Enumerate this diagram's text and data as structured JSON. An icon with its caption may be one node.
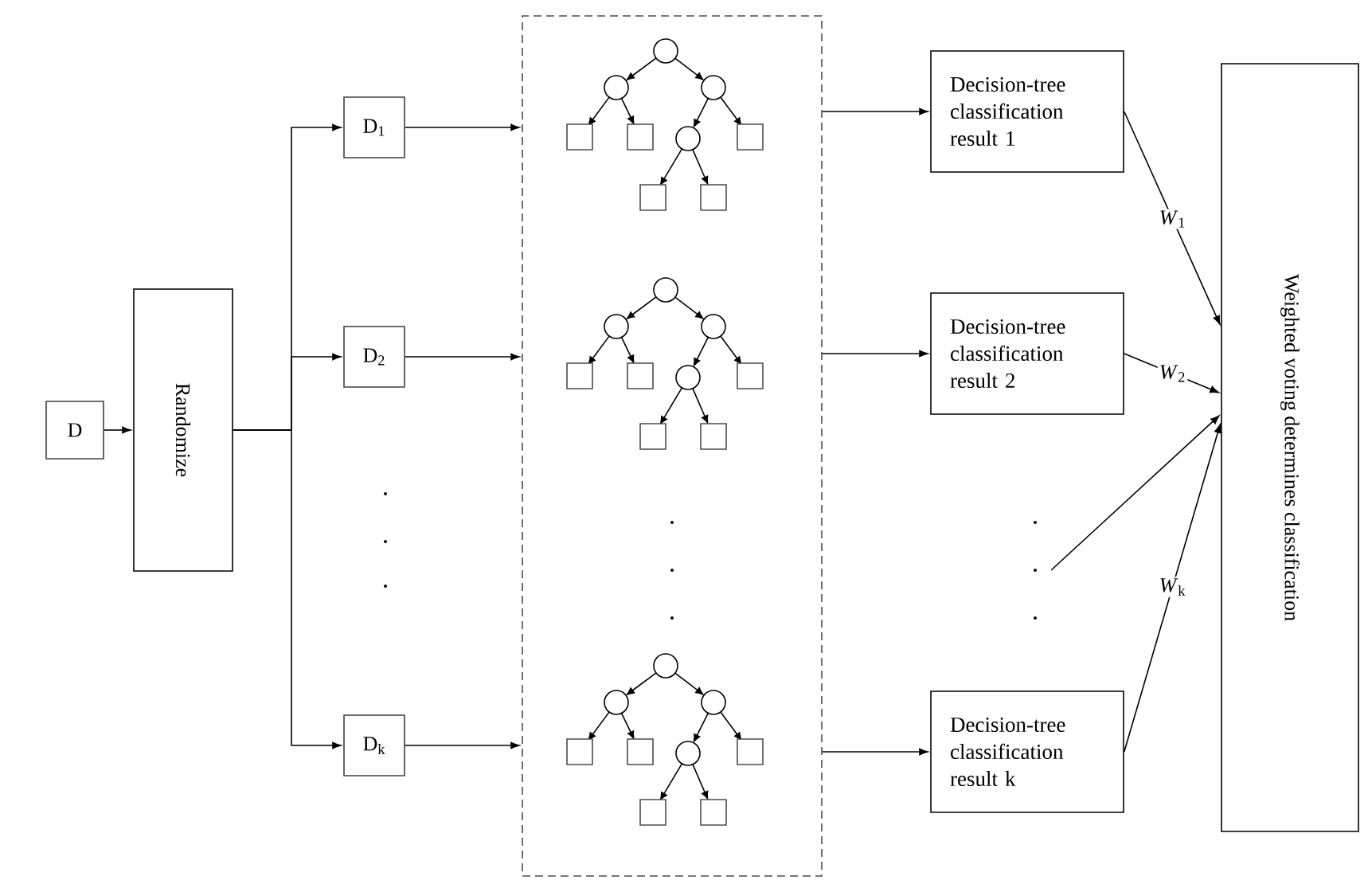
{
  "diagram": {
    "nodes": [
      {
        "text": [
          "D"
        ]
      },
      {
        "text": [
          "Randomize"
        ]
      },
      {
        "text": [
          "D$_{1}$"
        ]
      },
      {
        "text": [
          "D$_{2}$"
        ]
      },
      {
        "text": [
          "D$_{k}$"
        ]
      },
      {
        "text": [],
        "shape": "box"
      },
      {
        "text": [],
        "shape": "picture",
        "in": 5
      },
      {
        "text": [],
        "shape": "picture",
        "in": 5
      },
      {
        "text": [],
        "shape": "picture",
        "in": 5
      },
      {
        "text": [
          "Decision-tree classification result 1"
        ]
      },
      {
        "text": [
          "Decision-tree classification result 2"
        ]
      },
      {
        "text": [
          "Decision-tree classification result k"
        ]
      },
      {
        "text": [
          "Weighted voting determines classification"
        ]
      }
    ],
    "edges": [
      {
        "from": 0,
        "to": 1,
        "arrow": "to"
      },
      {
        "from": 1,
        "to": 2,
        "arrow": "to"
      },
      {
        "from": 1,
        "to": 3,
        "arrow": "to"
      },
      {
        "from": 1,
        "to": 4,
        "arrow": "to"
      },
      {
        "from": 2,
        "to": 5,
        "arrow": "to"
      },
      {
        "from": 3,
        "to": 5,
        "arrow": "to"
      },
      {
        "from": 4,
        "to": 5,
        "arrow": "to"
      },
      {
        "from": 5,
        "to": 9,
        "arrow": "to"
      },
      {
        "from": 5,
        "to": 10,
        "arrow": "to"
      },
      {
        "from": 5,
        "to": 11,
        "arrow": "to"
      },
      {
        "from": 9,
        "to": 12,
        "arrow": "to",
        "label": "*W*$_{1}$"
      },
      {
        "from": 10,
        "to": 12,
        "arrow": "to",
        "label": "*W*$_{2}$"
      },
      {
        "from": null,
        "to": 12,
        "arrow": "to"
      },
      {
        "from": 11,
        "to": 12,
        "arrow": "to",
        "label": "*W*$_{k}$"
      }
    ]
  }
}
